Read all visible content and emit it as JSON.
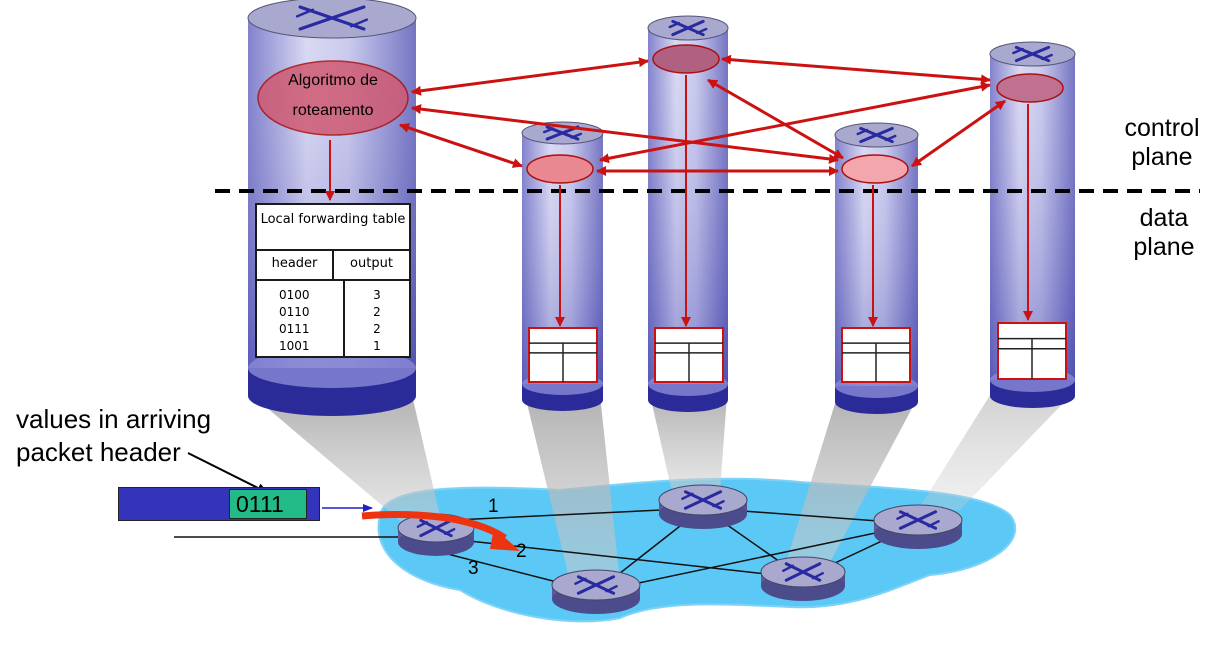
{
  "labels": {
    "control_plane": "control plane",
    "data_plane": "data plane",
    "arriving_header": "values in arriving packet header",
    "routing_algorithm": "Algoritmo de roteamento"
  },
  "packet": {
    "value": "0111"
  },
  "ports": [
    "1",
    "2",
    "3"
  ],
  "forwarding_table": {
    "title": "Local forwarding table",
    "columns": [
      "header",
      "output"
    ],
    "rows": [
      {
        "header": "0100",
        "output": "3"
      },
      {
        "header": "0110",
        "output": "2"
      },
      {
        "header": "0111",
        "output": "2"
      },
      {
        "header": "1001",
        "output": "1"
      }
    ]
  },
  "colors": {
    "control_arrow": "#cc1111",
    "cylinder_body": "#9090d8",
    "cylinder_base": "#2a2a99",
    "network_cloud": "#5cc8f5",
    "router_top": "#a9a9cf",
    "router_cross": "#2a2aa0",
    "packet_body": "#3333bb",
    "packet_value": "#22bb88"
  },
  "icons": [
    "router-icon",
    "routing-cylinder",
    "network-cloud"
  ]
}
